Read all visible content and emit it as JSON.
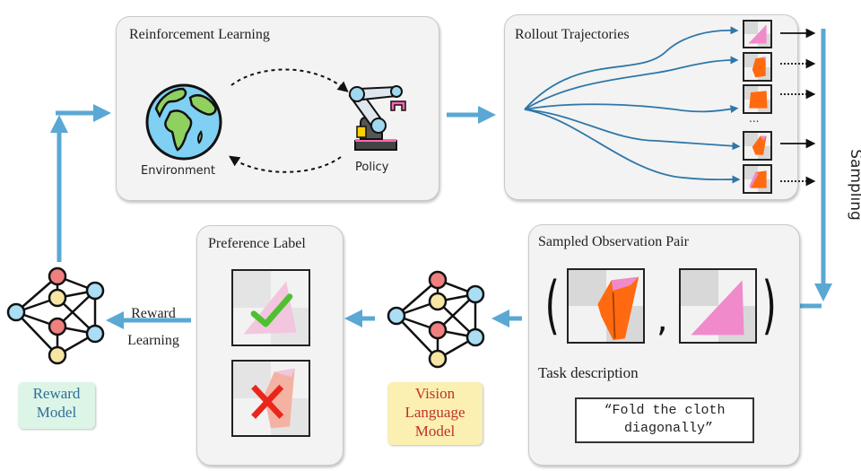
{
  "colors": {
    "flow_arrow": "#5aa8d3",
    "trajectory_line": "#2f77a8",
    "cloth_orange": "#ff6a10",
    "cloth_pink": "#f08acb",
    "check_green": "#4fc130",
    "cross_red": "#e8261c",
    "reward_badge_bg": "#dcf5e6",
    "reward_badge_text": "#2f6f9a",
    "vlm_badge_bg": "#fbf0b2",
    "vlm_badge_text": "#c0302a",
    "node_red": "#f08080",
    "node_blue": "#a9def5",
    "node_yellow": "#f7e6a3"
  },
  "rl_panel": {
    "title": "Reinforcement Learning",
    "environment_label": "Environment",
    "policy_label": "Policy",
    "icons": [
      "globe-icon",
      "robot-arm-icon"
    ]
  },
  "rollout_panel": {
    "title": "Rollout Trajectories",
    "ellipsis": "...",
    "trajectories": [
      {
        "result": "pink-triangle",
        "arrow": "solid"
      },
      {
        "result": "orange-crumpled",
        "arrow": "dotted"
      },
      {
        "result": "orange-square",
        "arrow": "dotted"
      },
      {
        "result": "orange-pink-partial",
        "arrow": "solid"
      },
      {
        "result": "pink-orange-partial",
        "arrow": "dotted"
      }
    ]
  },
  "sampling": {
    "label": "Sampling"
  },
  "observation_panel": {
    "title": "Sampled Observation Pair",
    "open_paren": "(",
    "comma": ",",
    "close_paren": ")",
    "task_label": "Task description",
    "task_text": "“Fold the cloth\n diagonally”"
  },
  "vlm": {
    "label": "Vision\nLanguage\nModel",
    "line1": "Vision",
    "line2": "Language",
    "line3": "Model"
  },
  "preference_panel": {
    "title": "Preference Label",
    "items": [
      {
        "mark": "check-icon",
        "preferred": true
      },
      {
        "mark": "cross-icon",
        "preferred": false
      }
    ]
  },
  "reward_learning": {
    "line1": "Reward",
    "line2": "Learning"
  },
  "reward_model": {
    "line1": "Reward",
    "line2": "Model"
  }
}
